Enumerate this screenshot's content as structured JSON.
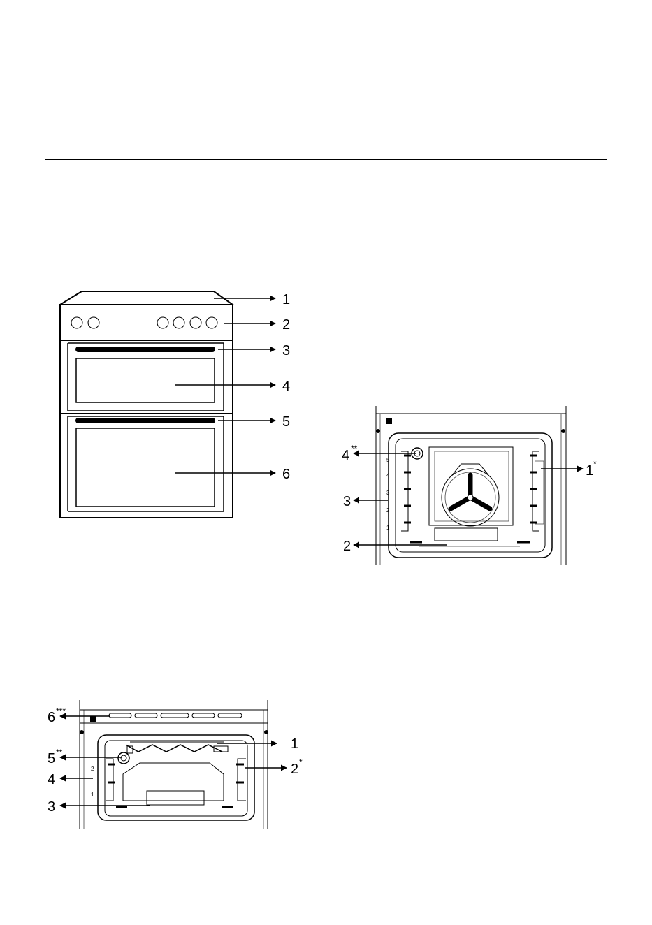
{
  "diagrams": {
    "cooker_front": {
      "callouts": [
        "1",
        "2",
        "3",
        "4",
        "5",
        "6"
      ]
    },
    "main_oven_interior": {
      "callouts": [
        {
          "num": "4",
          "sup": "**"
        },
        {
          "num": "3",
          "sup": ""
        },
        {
          "num": "2",
          "sup": ""
        },
        {
          "num": "1",
          "sup": "*"
        }
      ],
      "shelf_positions": [
        "5",
        "4",
        "3",
        "2",
        "1"
      ]
    },
    "top_oven_interior": {
      "callouts": [
        {
          "num": "6",
          "sup": "***"
        },
        {
          "num": "5",
          "sup": "**"
        },
        {
          "num": "4",
          "sup": ""
        },
        {
          "num": "3",
          "sup": ""
        },
        {
          "num": "1",
          "sup": ""
        },
        {
          "num": "2",
          "sup": "*"
        }
      ],
      "shelf_positions": [
        "2",
        "1"
      ]
    }
  }
}
